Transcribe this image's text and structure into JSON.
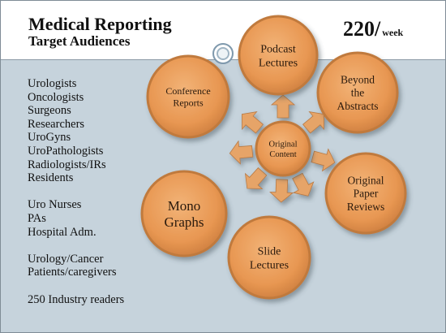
{
  "header": {
    "title": "Medical Reporting",
    "subtitle": "Target Audiences",
    "rate_value": "220/",
    "rate_unit": "week"
  },
  "audience_groups": [
    [
      "Urologists",
      "Oncologists",
      "Surgeons",
      "Researchers",
      "UroGyns",
      "UroPathologists",
      "Radiologists/IRs",
      "Residents"
    ],
    [
      "Uro Nurses",
      "PAs",
      "Hospital Adm."
    ],
    [
      "Urology/Cancer",
      "Patients/caregivers"
    ],
    [
      "250 Industry readers"
    ]
  ],
  "diagram": {
    "center": {
      "lines": [
        "Original",
        "Content"
      ]
    },
    "outputs": [
      {
        "id": "podcast",
        "lines": [
          "Podcast",
          "Lectures"
        ]
      },
      {
        "id": "beyond",
        "lines": [
          "Beyond",
          "the",
          "Abstracts"
        ]
      },
      {
        "id": "paper",
        "lines": [
          "Original",
          "Paper",
          "Reviews"
        ]
      },
      {
        "id": "slide",
        "lines": [
          "Slide",
          "Lectures"
        ]
      },
      {
        "id": "mono",
        "lines": [
          "Mono",
          "Graphs"
        ]
      },
      {
        "id": "conference",
        "lines": [
          "Conference",
          "Reports"
        ]
      }
    ],
    "colors": {
      "bubble_fill": "#e99c58",
      "bubble_rim": "#c07a3e",
      "arrow_fill": "#e6a467"
    }
  }
}
